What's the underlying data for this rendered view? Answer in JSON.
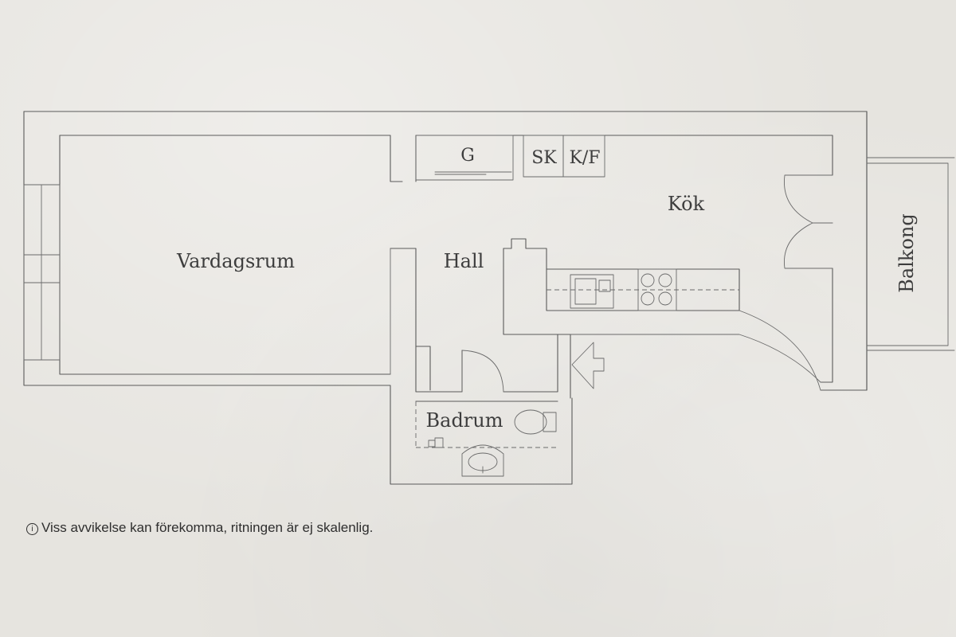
{
  "rooms": {
    "vardagsrum": "Vardagsrum",
    "hall": "Hall",
    "kok": "Kök",
    "badrum": "Badrum",
    "balkong": "Balkong"
  },
  "fixtures": {
    "garderob": "G",
    "skap": "SK",
    "kyl_frys": "K/F"
  },
  "disclaimer": {
    "icon": "info-icon",
    "text": "Viss avvikelse kan förekomma, ritningen är ej skalenlig."
  }
}
